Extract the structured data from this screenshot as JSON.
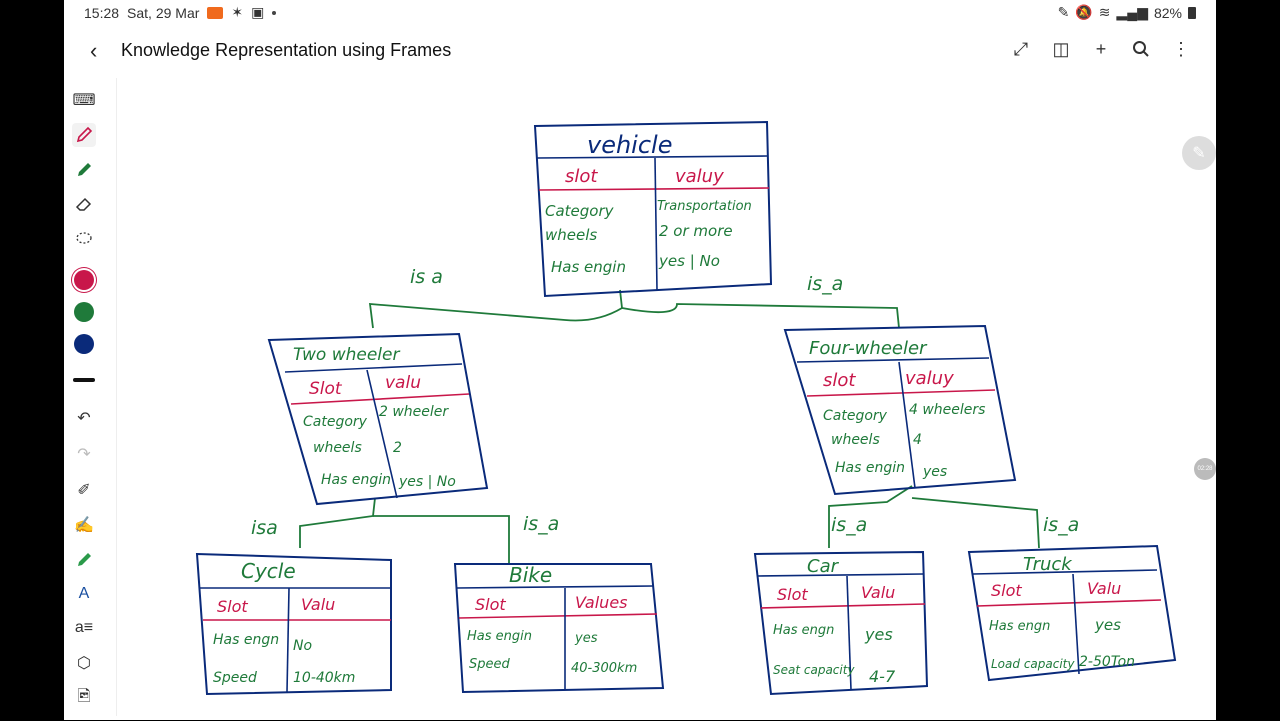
{
  "status": {
    "time": "15:28",
    "date": "Sat, 29 Mar",
    "battery": "82%"
  },
  "app": {
    "title": "Knowledge Representation using Frames"
  },
  "toolbar": {
    "colors": [
      "#c8174a",
      "#1f7a3a",
      "#0a2a7a"
    ]
  },
  "scroll_indicator": "02:28",
  "diagram": {
    "frames": {
      "vehicle": {
        "title": "vehicle",
        "slot": "slot",
        "value": "valuy",
        "slots": [
          "Category",
          "wheels",
          "Has engin"
        ],
        "values": [
          "Transportation",
          "2 or more",
          "yes | No"
        ]
      },
      "two_wheeler": {
        "title": "Two wheeler",
        "slot": "Slot",
        "value": "valu",
        "slots": [
          "Category",
          "wheels",
          "Has engin"
        ],
        "values": [
          "2 wheeler",
          "2",
          "yes | No"
        ]
      },
      "four_wheeler": {
        "title": "Four-wheeler",
        "slot": "slot",
        "value": "valuy",
        "slots": [
          "Category",
          "wheels",
          "Has engin"
        ],
        "values": [
          "4 wheelers",
          "4",
          "yes"
        ]
      },
      "cycle": {
        "title": "Cycle",
        "slot": "Slot",
        "value": "Valu",
        "slots": [
          "Has engn",
          "Speed"
        ],
        "values": [
          "No",
          "10-40km"
        ]
      },
      "bike": {
        "title": "Bike",
        "slot": "Slot",
        "value": "Values",
        "slots": [
          "Has engin",
          "Speed"
        ],
        "values": [
          "yes",
          "40-300km"
        ]
      },
      "car": {
        "title": "Car",
        "slot": "Slot",
        "value": "Valu",
        "slots": [
          "Has engn",
          "Seat capacity"
        ],
        "values": [
          "yes",
          "4-7"
        ]
      },
      "truck": {
        "title": "Truck",
        "slot": "Slot",
        "value": "Valu",
        "slots": [
          "Has engn",
          "Load capacity"
        ],
        "values": [
          "yes",
          "2-50Ton"
        ]
      }
    },
    "edges": [
      "is a",
      "is_a",
      "isa",
      "is_a",
      "is_a",
      "is_a"
    ]
  }
}
